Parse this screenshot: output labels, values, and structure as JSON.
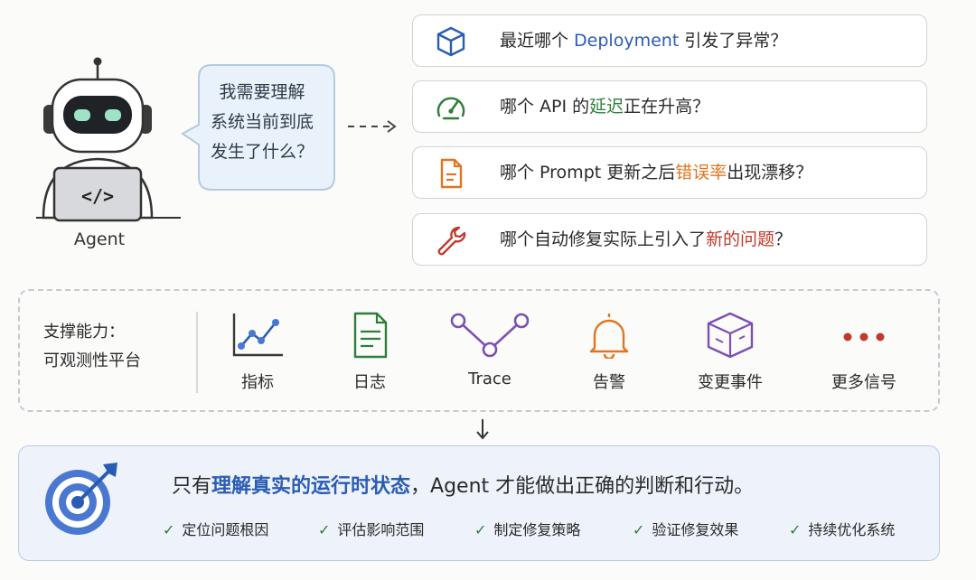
{
  "agent": {
    "label": "Agent",
    "screen_glyph": "</>"
  },
  "bubble": {
    "line1": "我需要理解",
    "line2": "系统当前到底",
    "line3": "发生了什么？"
  },
  "questions": [
    {
      "pre": "最近哪个 ",
      "hl": "Deployment",
      "post": " 引发了异常？",
      "icon": "cube-icon",
      "color": "#2b5cb3"
    },
    {
      "pre": "哪个 API 的",
      "hl": "延迟",
      "post": "正在升高？",
      "icon": "gauge-icon",
      "color": "#2e7d3a"
    },
    {
      "pre": "哪个 Prompt 更新之后",
      "hl": "错误率",
      "post": "出现漂移？",
      "icon": "document-icon",
      "color": "#e0751f"
    },
    {
      "pre": "哪个自动修复实际上引入了",
      "hl": "新的问题",
      "post": "？",
      "icon": "wrench-icon",
      "color": "#c0392b"
    }
  ],
  "platform": {
    "title_line1": "支撑能力：",
    "title_line2": "可观测性平台",
    "signals": [
      "指标",
      "日志",
      "Trace",
      "告警",
      "变更事件",
      "更多信号"
    ]
  },
  "bottom": {
    "pre": "只有",
    "hl": "理解真实的运行时状态",
    "post": "，Agent 才能做出正确的判断和行动。",
    "checks": [
      "定位问题根因",
      "评估影响范围",
      "制定修复策略",
      "验证修复效果",
      "持续优化系统"
    ]
  },
  "colors": {
    "blue": "#2b5cb3",
    "green": "#2e7d3a",
    "orange": "#e0751f",
    "red": "#c0392b",
    "purple": "#7b4fb5"
  }
}
